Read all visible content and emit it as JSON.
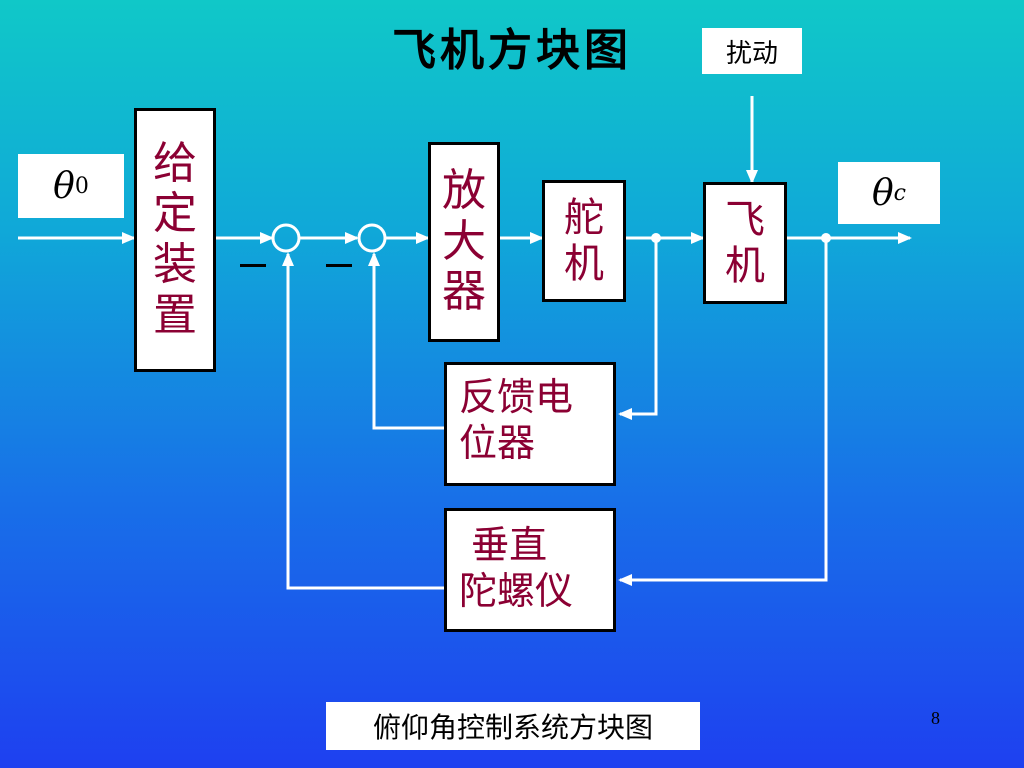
{
  "title": "飞机方块图",
  "disturbance_label": "扰动",
  "input_symbol": {
    "main": "θ",
    "sub": "0"
  },
  "output_symbol": {
    "main": "θ",
    "sub": "c"
  },
  "blocks": {
    "setpoint": "给\n定\n装\n置",
    "amplifier": "放\n大\n器",
    "servo": "舵\n机",
    "aircraft": "飞\n机",
    "feedback_pot": "反馈电\n位器",
    "gyro": " 垂直\n陀螺仪"
  },
  "caption": "俯仰角控制系统方块图",
  "page_number": "8",
  "colors": {
    "block_text": "#8b0033",
    "wire": "#ffffff",
    "background_top": "#10c8c8",
    "background_bottom": "#1e40f0"
  }
}
